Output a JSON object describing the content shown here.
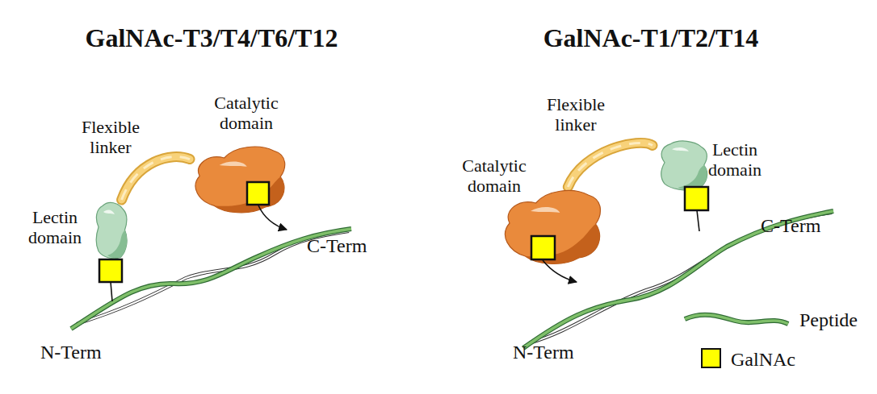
{
  "diagram": {
    "nodes": [
      {
        "text": [
          "Lectin domain"
        ]
      },
      {
        "text": [
          "Catalytic domain"
        ]
      },
      {
        "text": [
          "Catalytic domain"
        ]
      },
      {
        "text": [
          "Lectin domain"
        ]
      }
    ],
    "edges": [
      {
        "from": 0,
        "to": 1,
        "arrow": "none",
        "label": "Flexible linker"
      },
      {
        "from": 2,
        "to": 3,
        "arrow": "none",
        "label": "Flexible linker"
      }
    ],
    "labels": [
      "GalNAc-T3/T4/T6/T12",
      "GalNAc-T1/T2/T14",
      "N-Term",
      "C-Term",
      "N-Term",
      "C-Term"
    ],
    "legend": [
      {
        "text": "Peptide"
      },
      {
        "text": "GalNAc",
        "color": "#ffff00"
      }
    ]
  }
}
